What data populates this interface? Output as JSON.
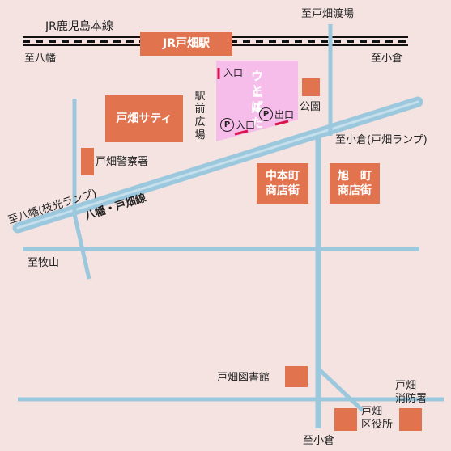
{
  "rail": {
    "line_name": "JR鹿児島本線",
    "station": "JR戸畑駅",
    "west": "至八幡",
    "east": "至小倉",
    "north": "至戸畑渡場"
  },
  "venue": {
    "name_line1": "ウェル",
    "name_line2": "とばた",
    "entrance": "入口",
    "parking_entrance": "入口",
    "parking_exit": "出口",
    "parking_symbol": "P"
  },
  "landmarks": {
    "station_plaza": [
      "駅",
      "前",
      "広",
      "場"
    ],
    "park": "公園",
    "satie": "戸畑サティ",
    "police": "戸畑警察署",
    "nakamoto": [
      "中本町",
      "商店街"
    ],
    "asahi": [
      "旭　町",
      "商店街"
    ],
    "library": "戸畑図書館",
    "ward_office": [
      "戸畑",
      "区役所"
    ],
    "fire": [
      "戸畑",
      "消防署"
    ]
  },
  "roads": {
    "main_avenue": "八幡・戸畑線",
    "west_end": "至八幡(枝光ランプ)",
    "east_end": "至小倉(戸畑ランプ)",
    "makiyama": "至牧山",
    "south": "至小倉"
  },
  "colors": {
    "background": "#f4e3e1",
    "road": "#9cc8de",
    "block": "#e2734f",
    "venue": "#f6bcea",
    "marker": "#d8144a"
  }
}
